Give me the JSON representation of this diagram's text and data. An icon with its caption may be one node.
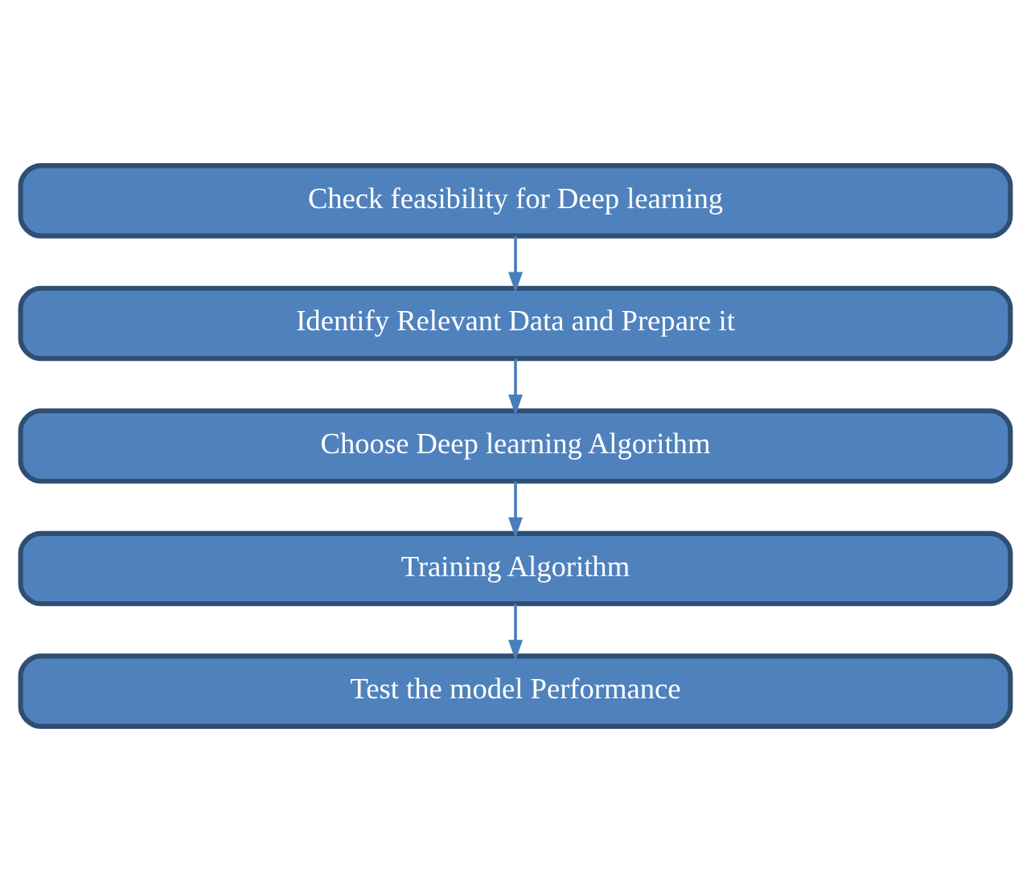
{
  "diagram": {
    "nodes": [
      {
        "text": [
          "Check feasibility for Deep learning"
        ]
      },
      {
        "text": [
          "Identify Relevant Data and Prepare it"
        ]
      },
      {
        "text": [
          "Choose Deep learning Algorithm"
        ]
      },
      {
        "text": [
          "Training Algorithm"
        ]
      },
      {
        "text": [
          "Test the model Performance"
        ]
      }
    ],
    "edges": [
      {
        "from": 0,
        "to": 1,
        "arrow": "to"
      },
      {
        "from": 1,
        "to": 2,
        "arrow": "to"
      },
      {
        "from": 2,
        "to": 3,
        "arrow": "to"
      },
      {
        "from": 3,
        "to": 4,
        "arrow": "to"
      }
    ]
  }
}
